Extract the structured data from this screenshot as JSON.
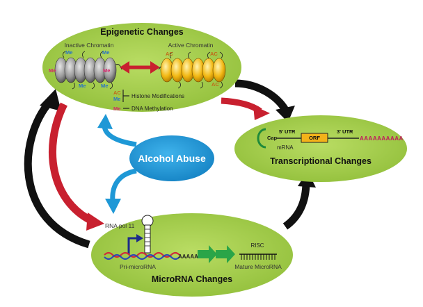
{
  "epigenetic": {
    "title": "Epigenetic Changes",
    "inactive_label": "Inactive Chromatin",
    "active_label": "Active Chromatin",
    "me": "Me",
    "ac": "AC",
    "legend_histone": "Histone Modifications",
    "legend_dna": "DNA Methylation"
  },
  "transcriptional": {
    "title": "Transcriptional Changes",
    "cap": "Cap",
    "utr5": "5' UTR",
    "orf": "ORF",
    "utr3": "3' UTR",
    "polya": "AAAAAAAAAA",
    "mrna": "mRNA"
  },
  "alcohol": {
    "label": "Alcohol Abuse"
  },
  "microrna": {
    "title": "MicroRNA Changes",
    "rna_pol": "RNA pol 11",
    "pri": "Pri-microRNA",
    "polya": "AAAAAA",
    "risc": "RISC",
    "mature": "Mature MicroRNA"
  },
  "colors": {
    "ellipse_fill": "#a8cf4f",
    "alcohol_blue": "#1e98d6",
    "red_arrow": "#c8202f",
    "black_arrow": "#111111",
    "green_arrow": "#2aa548",
    "inactive_nucleosome": "#9a9a9a",
    "active_nucleosome": "#f2b814"
  }
}
